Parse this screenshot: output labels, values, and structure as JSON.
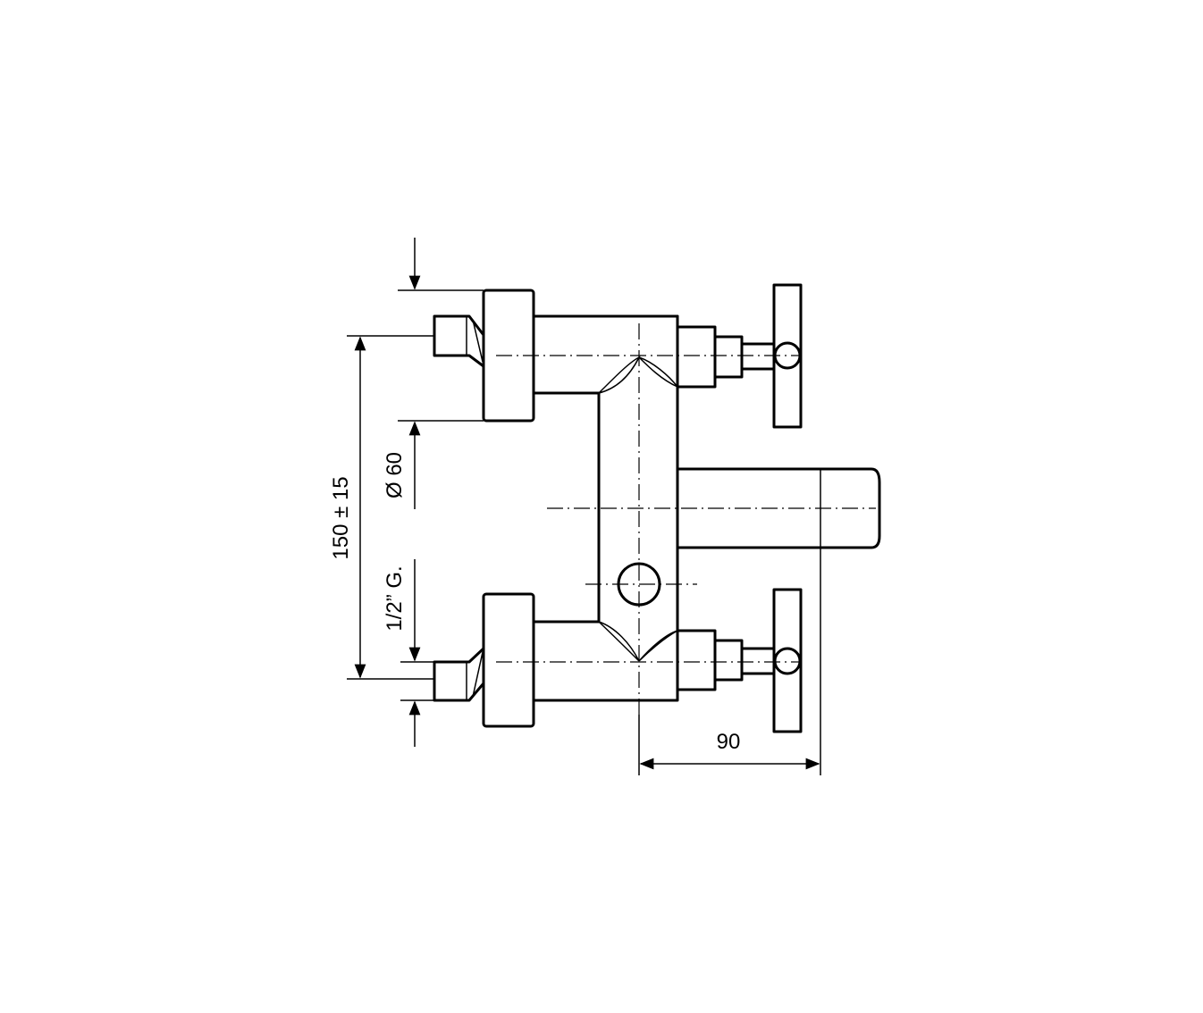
{
  "drawing": {
    "dimensions": {
      "height": "150 ± 15",
      "diameter": "Ø 60",
      "thread": "1/2” G.",
      "width": "90"
    }
  }
}
